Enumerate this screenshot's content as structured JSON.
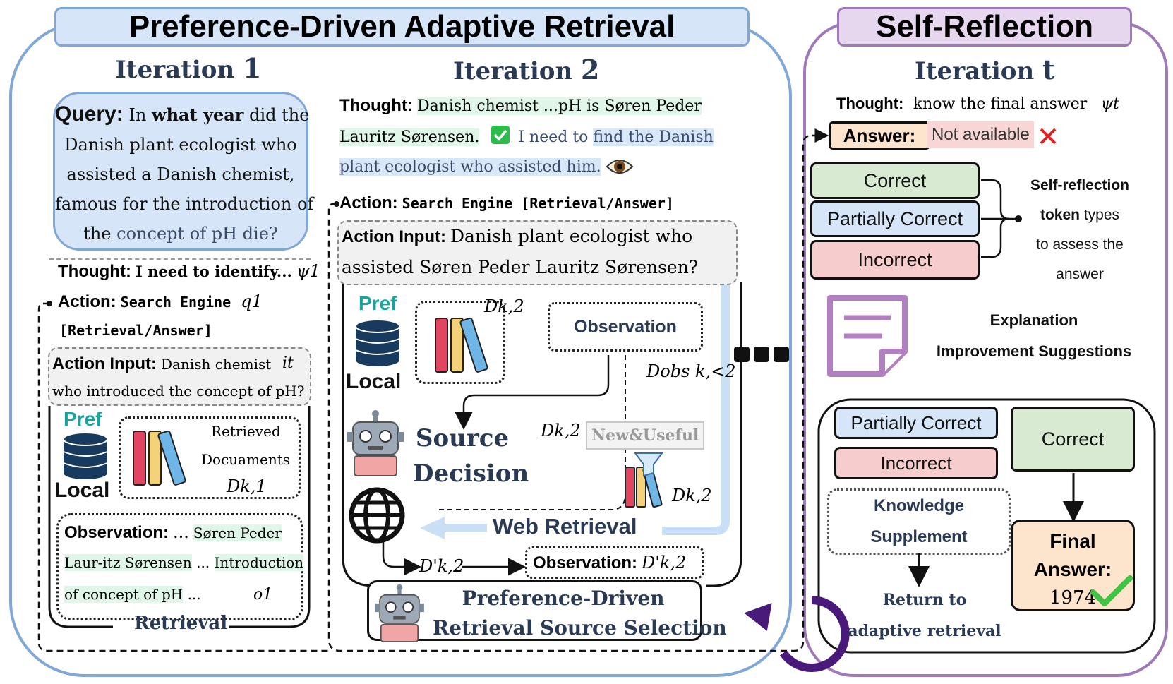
{
  "titles": {
    "left": "Preference-Driven Adaptive Retrieval",
    "right": "Self-Reflection"
  },
  "iteration1": {
    "title_word": "Iteration",
    "title_num": "1",
    "query_label": "Query:",
    "query_p1": "In",
    "query_bold": "what year",
    "query_p2": "did the",
    "query_line2": "Danish plant ecologist who",
    "query_line3": "assisted a Danish chemist,",
    "query_line4": "famous for the introduction of",
    "query_line5_a": "the",
    "query_line5_b": "concept of pH die?",
    "thought_label": "Thought:",
    "thought_text": "I need to identify...",
    "thought_symbol": "ψ1",
    "action_label": "Action:",
    "action_text": "Search Engine",
    "action_symbol": "q1",
    "action_options": "[Retrieval/Answer]",
    "input_label": "Action Input:",
    "input_text": "Danish chemist",
    "input_line2": "who introduced the concept of pH?",
    "input_symbol": "it",
    "pref": "Pref",
    "local": "Local",
    "retrieved_line1": "Retrieved",
    "retrieved_line2": "Docuaments",
    "docs_symbol": "Dk,1",
    "obs_label": "Observation:",
    "obs_ellipsis": "...",
    "obs_hl1": "Søren Peder",
    "obs_hl2": "Laur-itz Sørensen",
    "obs_hl3": "Introduction",
    "obs_hl4": "of concept of pH",
    "obs_symbol": "o1",
    "retrieval": "Retrieval"
  },
  "iteration2": {
    "title_word": "Iteration",
    "title_num": "2",
    "thought_label": "Thought:",
    "thought_hl1": "Danish chemist ...pH is Søren Peder",
    "thought_hl2": "Lauritz Sørensen.",
    "thought_plain": "I need to",
    "thought_hl3": "find the Danish",
    "thought_hl4": "plant ecologist who assisted him.",
    "action_label": "Action:",
    "action_text": "Search Engine [Retrieval/Answer]",
    "input_label": "Action Input:",
    "input_line1": "Danish plant ecologist who",
    "input_line2": "assisted Søren Peder Lauritz Sørensen?",
    "pref": "Pref",
    "local": "Local",
    "docs_symbol": "Dk,2",
    "observation": "Observation",
    "obs_symbol": "Dobs k,<2",
    "source_decision_1": "Source",
    "source_decision_2": "Decision",
    "new_useful": "New&Useful",
    "web_retrieval": "Web Retrieval",
    "obs2_label": "Observation:",
    "obs2_symbol": "D'k,2",
    "pref_driven_1": "Preference-Driven",
    "pref_driven_2": "Retrieval Source Selection"
  },
  "iterationT": {
    "title_word": "Iteration",
    "title_num": "t",
    "thought_label": "Thought:",
    "thought_text": "know the final answer",
    "thought_symbol": "ψt",
    "answer_label": "Answer:",
    "answer_value": "Not available",
    "tokens": [
      "Correct",
      "Partially Correct",
      "Incorrect"
    ],
    "token_desc": [
      "Self-reflection",
      "token",
      "types",
      "to assess the",
      "answer"
    ],
    "explanation": "Explanation",
    "improvement": "Improvement Suggestions",
    "bottom_partial": "Partially Correct",
    "bottom_incorrect": "Incorrect",
    "knowledge_1": "Knowledge",
    "knowledge_2": "Supplement",
    "return_1": "Return to",
    "return_2": "adaptive retrieval",
    "bottom_correct": "Correct",
    "final_1": "Final",
    "final_2": "Answer:",
    "final_value": "1974"
  },
  "colors": {
    "blue_frame": "#7fa7d8",
    "blue_fill": "#d6e6f8",
    "purple_frame": "#a07ab8",
    "purple_fill": "#e6d6ee",
    "green_fill": "#d8ead2",
    "red_fill": "#f6cccc",
    "orange_fill": "#fde4cc",
    "teal": "#1aa39a",
    "db_blue": "#173a5e",
    "red_x": "#e02020",
    "check_green": "#43c343"
  },
  "icons": [
    "database-icon",
    "books-icon",
    "robot-icon",
    "globe-icon",
    "note-icon",
    "eye-icon",
    "check-icon",
    "cross-icon",
    "checkmark-icon",
    "filter-icon",
    "loop-arrow-icon",
    "ellipsis-icon"
  ]
}
